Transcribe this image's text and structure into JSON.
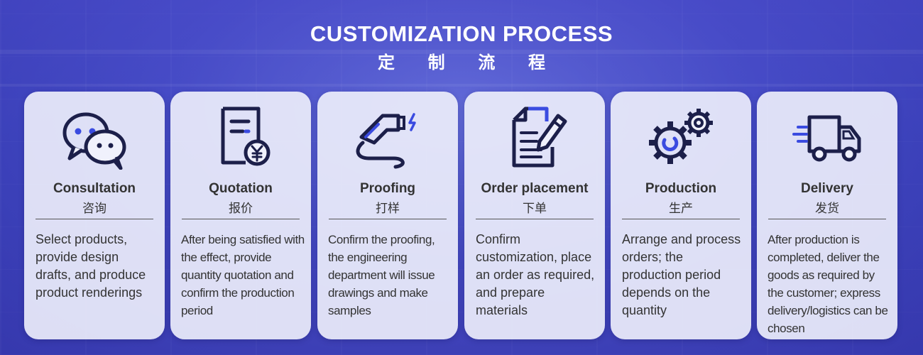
{
  "header": {
    "title": "CUSTOMIZATION PROCESS",
    "subtitle": "定 制 流 程"
  },
  "steps": [
    {
      "icon": "wechat-chat-icon",
      "title": "Consultation",
      "title_zh": "咨询",
      "description": "Select products, provide design drafts, and produce product renderings"
    },
    {
      "icon": "yuan-document-icon",
      "title": "Quotation",
      "title_zh": "报价",
      "description": "After being satisfied with the effect, provide quantity quotation and confirm the production period"
    },
    {
      "icon": "charging-gun-icon",
      "title": "Proofing",
      "title_zh": "打样",
      "description": "Confirm the proofing, the engineering department will issue drawings and make samples"
    },
    {
      "icon": "document-edit-icon",
      "title": "Order placement",
      "title_zh": "下单",
      "description": "Confirm customization, place an order as required, and prepare materials"
    },
    {
      "icon": "gears-icon",
      "title": "Production",
      "title_zh": "生产",
      "description": "Arrange and process orders; the production period depends on the quantity"
    },
    {
      "icon": "delivery-truck-icon",
      "title": "Delivery",
      "title_zh": "发货",
      "description": "After production is completed, deliver the goods as required by the customer; express delivery/logistics can be chosen"
    }
  ],
  "colors": {
    "background": "#3b3fb6",
    "card": "#f0f1fc",
    "icon_dark": "#1c1f4a",
    "icon_accent": "#3a4be0",
    "text": "#333333"
  }
}
